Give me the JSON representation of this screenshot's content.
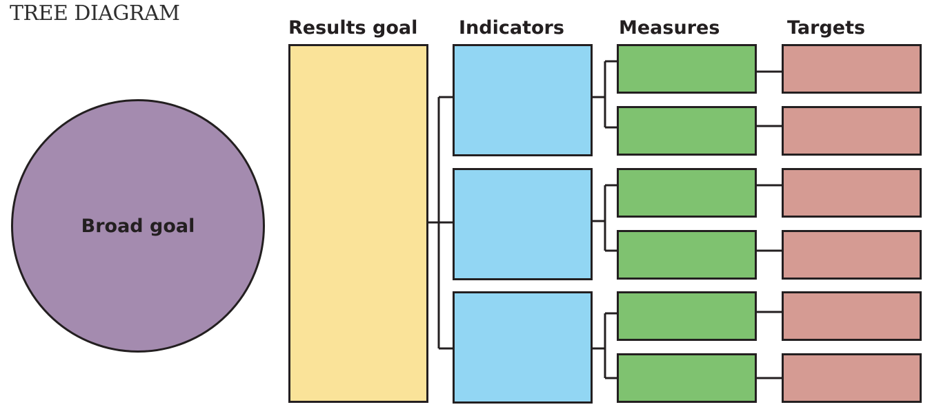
{
  "title": "TREE DIAGRAM",
  "headers": {
    "results_goal": "Results goal",
    "indicators": "Indicators",
    "measures": "Measures",
    "targets": "Targets"
  },
  "broad_goal": {
    "label": "Broad goal"
  },
  "colors": {
    "broad_goal": "#a48baf",
    "results_goal": "#fae399",
    "indicators": "#92d6f3",
    "measures": "#7fc270",
    "targets": "#d59b93",
    "lines": "#231f20"
  }
}
